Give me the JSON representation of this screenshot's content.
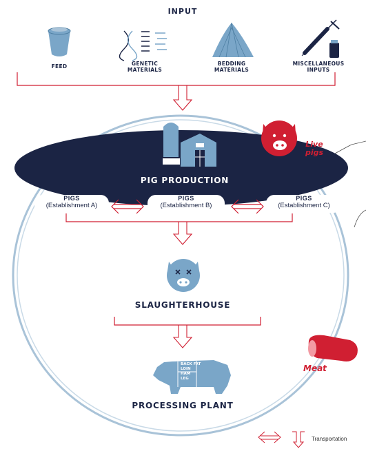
{
  "title": "INPUT",
  "inputs": [
    {
      "label": "FEED",
      "icon": "feed-bucket-icon"
    },
    {
      "label": "GENETIC MATERIALS",
      "icon": "dna-icon"
    },
    {
      "label": "BEDDING MATERIALS",
      "icon": "straw-pile-icon"
    },
    {
      "label": "MISCELLANEOUS INPUTS",
      "icon": "syringe-vial-icon"
    }
  ],
  "production": {
    "label": "PIG PRODUCTION",
    "establishments": [
      {
        "title": "PIGS",
        "subtitle": "(Establishment A)"
      },
      {
        "title": "PIGS",
        "subtitle": "(Establishment B)"
      },
      {
        "title": "PIGS",
        "subtitle": "(Establishment C)"
      }
    ]
  },
  "live_pigs_label": "Live pigs",
  "slaughterhouse_label": "SLAUGHTERHOUSE",
  "processing_label": "PROCESSING PLANT",
  "meat_label": "Meat",
  "meat_cuts": [
    "BACK FAT",
    "LOIN",
    "HAM",
    "LEG"
  ],
  "legend": {
    "transportation": "Transportation"
  },
  "colors": {
    "navy": "#1b2444",
    "red": "#d01f32",
    "light_blue": "#7aa6c8",
    "ring": "#a9c3d8"
  }
}
